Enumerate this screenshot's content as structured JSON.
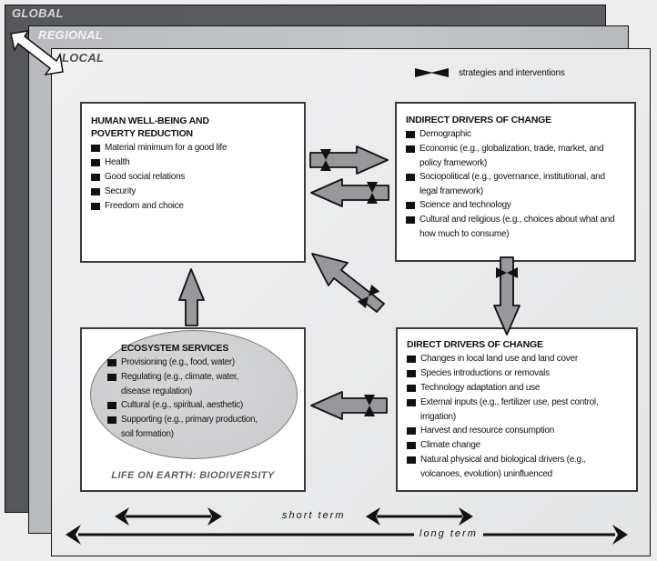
{
  "scales": {
    "global": "GLOBAL",
    "regional": "REGIONAL",
    "local": "LOCAL"
  },
  "legend": {
    "icon": "bowtie-icon",
    "label": "strategies and interventions"
  },
  "boxes": {
    "human": {
      "title_line1": "HUMAN WELL-BEING AND",
      "title_line2": "POVERTY REDUCTION",
      "items": [
        "Material minimum for a good life",
        "Health",
        "Good social relations",
        "Security",
        "Freedom and choice"
      ]
    },
    "indirect": {
      "title": "INDIRECT DRIVERS OF CHANGE",
      "items": [
        "Demographic",
        "Economic (e.g., globalization, trade, market, and policy framework)",
        "Sociopolitical (e.g., governance, institutional, and legal framework)",
        "Science and technology",
        "Cultural and religious (e.g., choices about what and how much to consume)"
      ]
    },
    "ecosystem": {
      "title": "ECOSYSTEM SERVICES",
      "items": [
        "Provisioning (e.g., food, water)",
        "Regulating (e.g., climate, water, disease regulation)",
        "Cultural (e.g., spiritual, aesthetic)",
        "Supporting (e.g., primary production, soil formation)"
      ],
      "footer": "LIFE ON EARTH: BIODIVERSITY"
    },
    "direct": {
      "title": "DIRECT DRIVERS OF CHANGE",
      "items": [
        "Changes in local land use and land cover",
        "Species introductions or removals",
        "Technology adaptation and use",
        "External inputs (e.g., fertilizer use, pest control, irrigation)",
        "Harvest and resource consumption",
        "Climate change",
        "Natural physical and biological drivers (e.g., volcanoes, evolution) uninfluenced"
      ]
    }
  },
  "timescales": {
    "short": "short term",
    "long": "long term"
  },
  "colors": {
    "arrow_fill": "#96989c",
    "global_layer": "#5a5c60",
    "regional_layer": "#bfc1c4",
    "local_layer": "#e9eaeb"
  }
}
